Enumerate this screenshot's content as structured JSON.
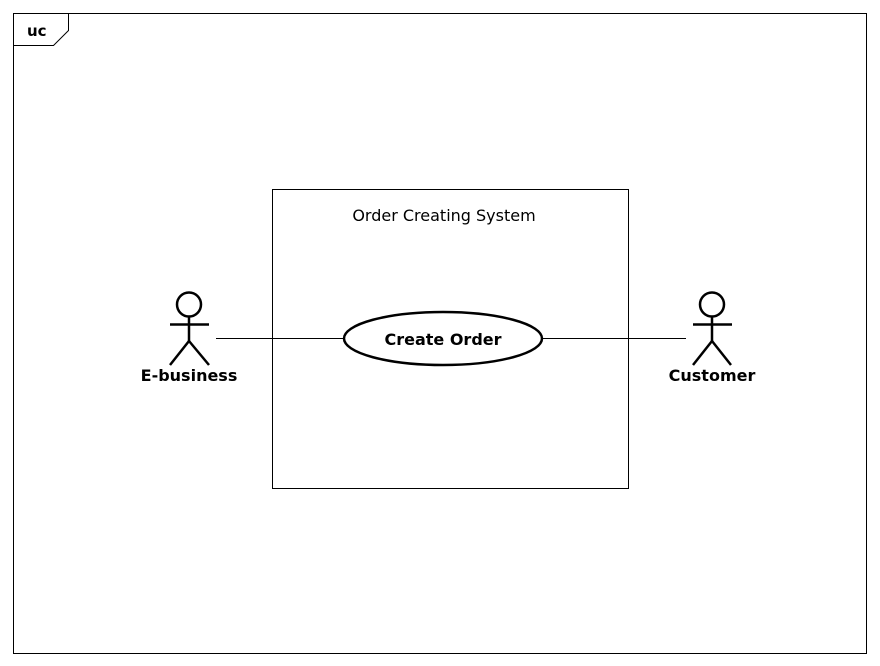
{
  "diagram": {
    "frame_label": "uc",
    "system_label": "Order Creating System",
    "use_case": "Create Order",
    "actors": {
      "left": "E-business",
      "right": "Customer"
    }
  }
}
